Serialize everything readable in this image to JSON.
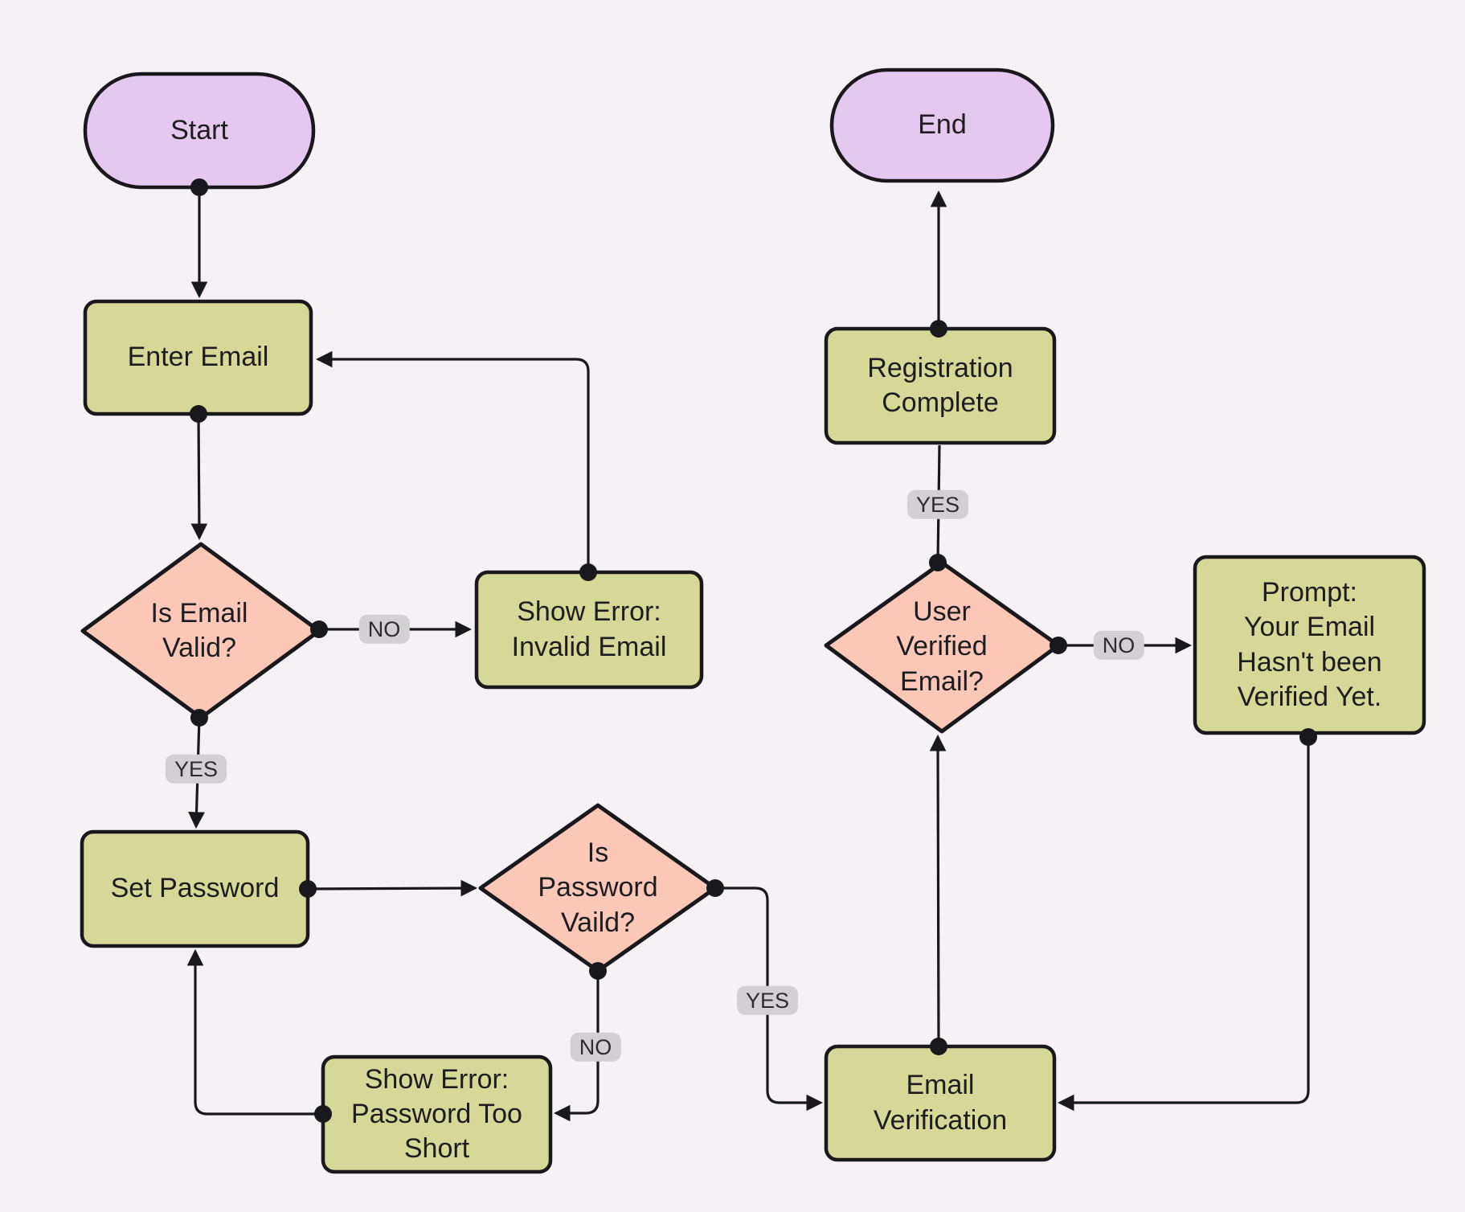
{
  "diagram": {
    "type": "flowchart",
    "colors": {
      "background": "#f6f1f5",
      "terminal_fill": "#e5c8ef",
      "process_fill": "#d6d897",
      "decision_fill": "#fbc8b8",
      "edge_label_fill": "#d2d0d2",
      "stroke": "#19191d",
      "text": "#1d1d20"
    },
    "nodes": {
      "start": {
        "type": "terminal",
        "label": "Start"
      },
      "enter_email": {
        "type": "process",
        "label": "Enter Email"
      },
      "is_email_valid": {
        "type": "decision",
        "label": "Is Email\nValid?"
      },
      "show_error_invalid_email": {
        "type": "process",
        "label": "Show Error:\nInvalid Email"
      },
      "set_password": {
        "type": "process",
        "label": "Set Password"
      },
      "is_password_vaild": {
        "type": "decision",
        "label": "Is\nPassword\nVaild?"
      },
      "show_error_password_too_short": {
        "type": "process",
        "label": "Show Error:\nPassword Too\nShort"
      },
      "email_verification": {
        "type": "process",
        "label": "Email\nVerification"
      },
      "user_verified_email": {
        "type": "decision",
        "label": "User\nVerified\nEmail?"
      },
      "registration_complete": {
        "type": "process",
        "label": "Registration\nComplete"
      },
      "end": {
        "type": "terminal",
        "label": "End"
      },
      "prompt_not_verified": {
        "type": "process",
        "label": "Prompt:\nYour Email\nHasn't been\nVerified Yet."
      }
    },
    "edge_labels": {
      "email_no": "NO",
      "email_yes": "YES",
      "password_no": "NO",
      "password_yes": "YES",
      "verified_yes": "YES",
      "verified_no": "NO"
    },
    "edges": [
      {
        "from": "Start",
        "to": "Enter Email",
        "label": ""
      },
      {
        "from": "Enter Email",
        "to": "Is Email Valid?",
        "label": ""
      },
      {
        "from": "Is Email Valid?",
        "to": "Show Error: Invalid Email",
        "label": "NO"
      },
      {
        "from": "Show Error: Invalid Email",
        "to": "Enter Email",
        "label": ""
      },
      {
        "from": "Is Email Valid?",
        "to": "Set Password",
        "label": "YES"
      },
      {
        "from": "Set Password",
        "to": "Is Password Vaild?",
        "label": ""
      },
      {
        "from": "Is Password Vaild?",
        "to": "Show Error: Password Too Short",
        "label": "NO"
      },
      {
        "from": "Show Error: Password Too Short",
        "to": "Set Password",
        "label": ""
      },
      {
        "from": "Is Password Vaild?",
        "to": "Email Verification",
        "label": "YES"
      },
      {
        "from": "Email Verification",
        "to": "User Verified Email?",
        "label": ""
      },
      {
        "from": "User Verified Email?",
        "to": "Registration Complete",
        "label": "YES"
      },
      {
        "from": "User Verified Email?",
        "to": "Prompt: Your Email Hasn't been Verified Yet.",
        "label": "NO"
      },
      {
        "from": "Prompt: Your Email Hasn't been Verified Yet.",
        "to": "Email Verification",
        "label": ""
      },
      {
        "from": "Registration Complete",
        "to": "End",
        "label": ""
      }
    ]
  }
}
